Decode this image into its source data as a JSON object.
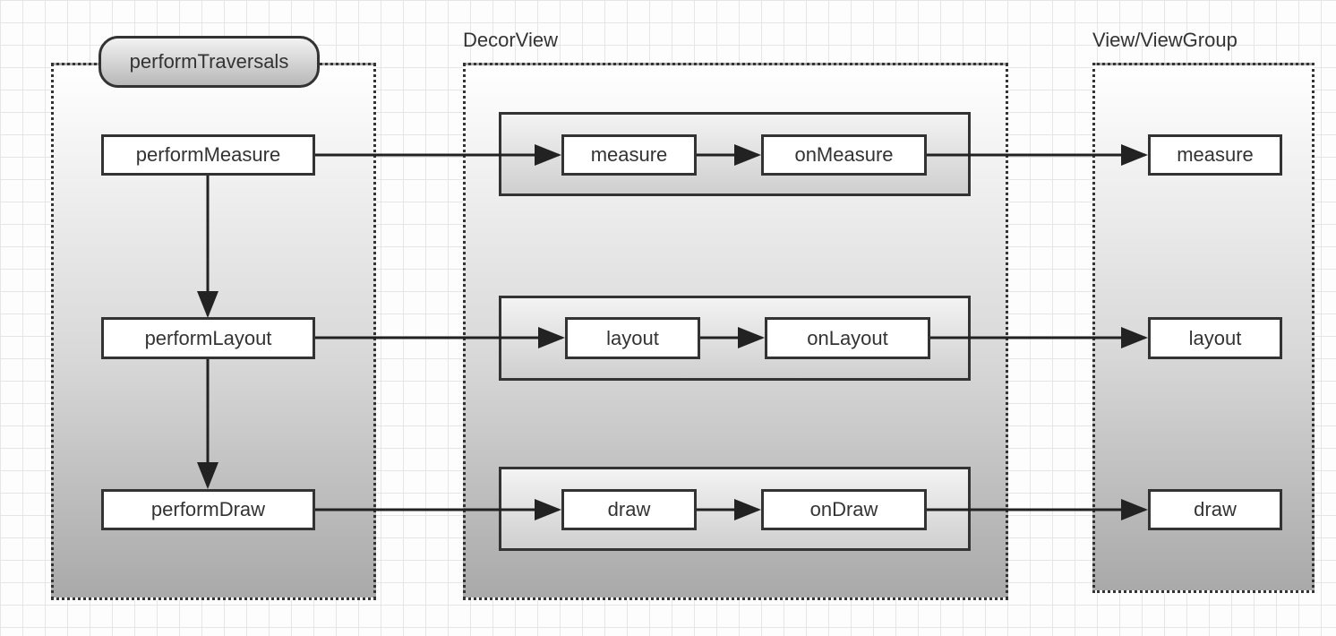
{
  "lanes": {
    "traversal": {
      "title": "performTraversals",
      "nodes": [
        "performMeasure",
        "performLayout",
        "performDraw"
      ]
    },
    "decor": {
      "title": "DecorView",
      "rows": [
        {
          "first": "measure",
          "second": "onMeasure"
        },
        {
          "first": "layout",
          "second": "onLayout"
        },
        {
          "first": "draw",
          "second": "onDraw"
        }
      ]
    },
    "view": {
      "title": "View/ViewGroup",
      "nodes": [
        "measure",
        "layout",
        "draw"
      ]
    }
  }
}
